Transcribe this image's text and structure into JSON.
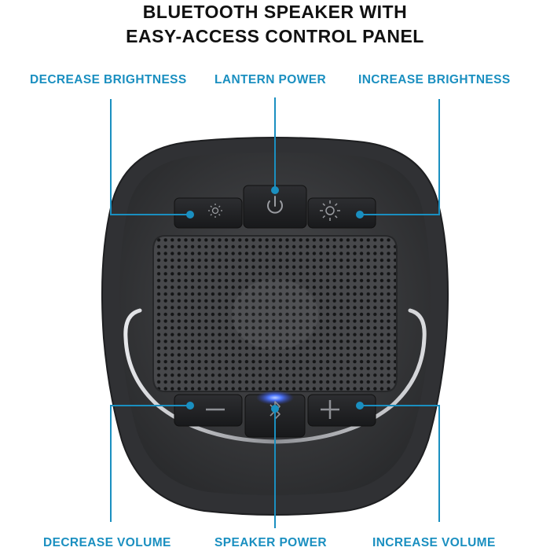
{
  "title": {
    "line1": "BLUETOOTH SPEAKER WITH",
    "line2": "EASY-ACCESS CONTROL PANEL"
  },
  "callouts": {
    "decrease_brightness": "DECREASE BRIGHTNESS",
    "lantern_power": "LANTERN POWER",
    "increase_brightness": "INCREASE BRIGHTNESS",
    "decrease_volume": "DECREASE VOLUME",
    "speaker_power": "SPEAKER POWER",
    "increase_volume": "INCREASE VOLUME"
  },
  "colors": {
    "callout": "#1a8fc0",
    "title": "#111111",
    "body": "#3a3b3e",
    "button": "#232426",
    "led": "#3f6bff"
  },
  "icons": {
    "power": "power-icon",
    "brightness_down": "sun-small-icon",
    "brightness_up": "sun-large-icon",
    "volume_down": "minus-icon",
    "volume_up": "plus-icon",
    "bluetooth": "bluetooth-icon"
  }
}
